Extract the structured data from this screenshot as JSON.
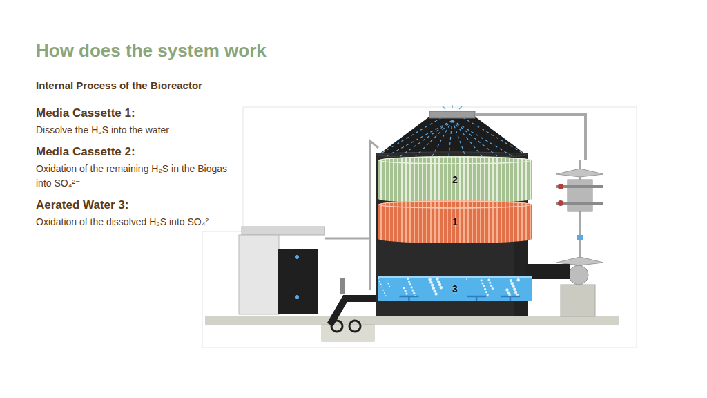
{
  "diagram": {
    "title": "How does the system work",
    "nodes": [
      {
        "text": [
          "2"
        ]
      },
      {
        "text": [
          "1"
        ]
      },
      {
        "text": [
          "3"
        ]
      }
    ],
    "labels": [
      "Internal Process of the Bioreactor",
      "Media Cassette 1:",
      "Dissolve the H₂S into the water",
      "Media Cassette 2:",
      "Oxidation of the remaining H₂S in the Biogas into SO₄²⁻",
      "Aerated Water 3:",
      "Oxidation of the dissolved H₂S into SO₄²⁻"
    ]
  }
}
